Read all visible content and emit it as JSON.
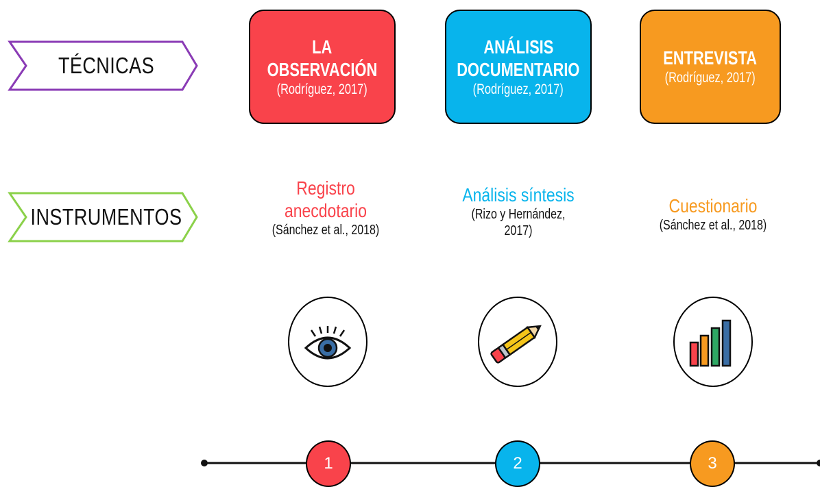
{
  "rows": {
    "tecnicas_label": "TÉCNICAS",
    "instrumentos_label": "INSTRUMENTOS"
  },
  "techniques": [
    {
      "line1": "LA",
      "line2": "OBSERVACIÓN",
      "citation": "(Rodríguez, 2017)",
      "color": "#f9434b"
    },
    {
      "line1": "ANÁLISIS",
      "line2": "DOCUMENTARIO",
      "citation": "(Rodríguez, 2017)",
      "color": "#08b4ec"
    },
    {
      "line1": "ENTREVISTA",
      "line2": "",
      "citation": "(Rodríguez, 2017)",
      "color": "#f79a20"
    }
  ],
  "instruments": [
    {
      "line1": "Registro",
      "line2": "anecdotario",
      "citation1": "(Sánchez et al., 2018)",
      "citation2": "",
      "color": "#f9434b"
    },
    {
      "line1": "Análisis síntesis",
      "line2": "",
      "citation1": "(Rizo y Hernández,",
      "citation2": "2017)",
      "color": "#08b4ec"
    },
    {
      "line1": "Cuestionario",
      "line2": "",
      "citation1": "(Sánchez et al., 2018)",
      "citation2": "",
      "color": "#f79a20"
    }
  ],
  "icons": [
    "eye-icon",
    "pencil-icon",
    "bar-chart-icon"
  ],
  "timeline": {
    "steps": [
      "1",
      "2",
      "3"
    ],
    "colors": [
      "#f9434b",
      "#08b4ec",
      "#f79a20"
    ]
  },
  "accents": {
    "tecnicas_arrow": "#8a3bb5",
    "instrumentos_arrow": "#8bd14a"
  }
}
